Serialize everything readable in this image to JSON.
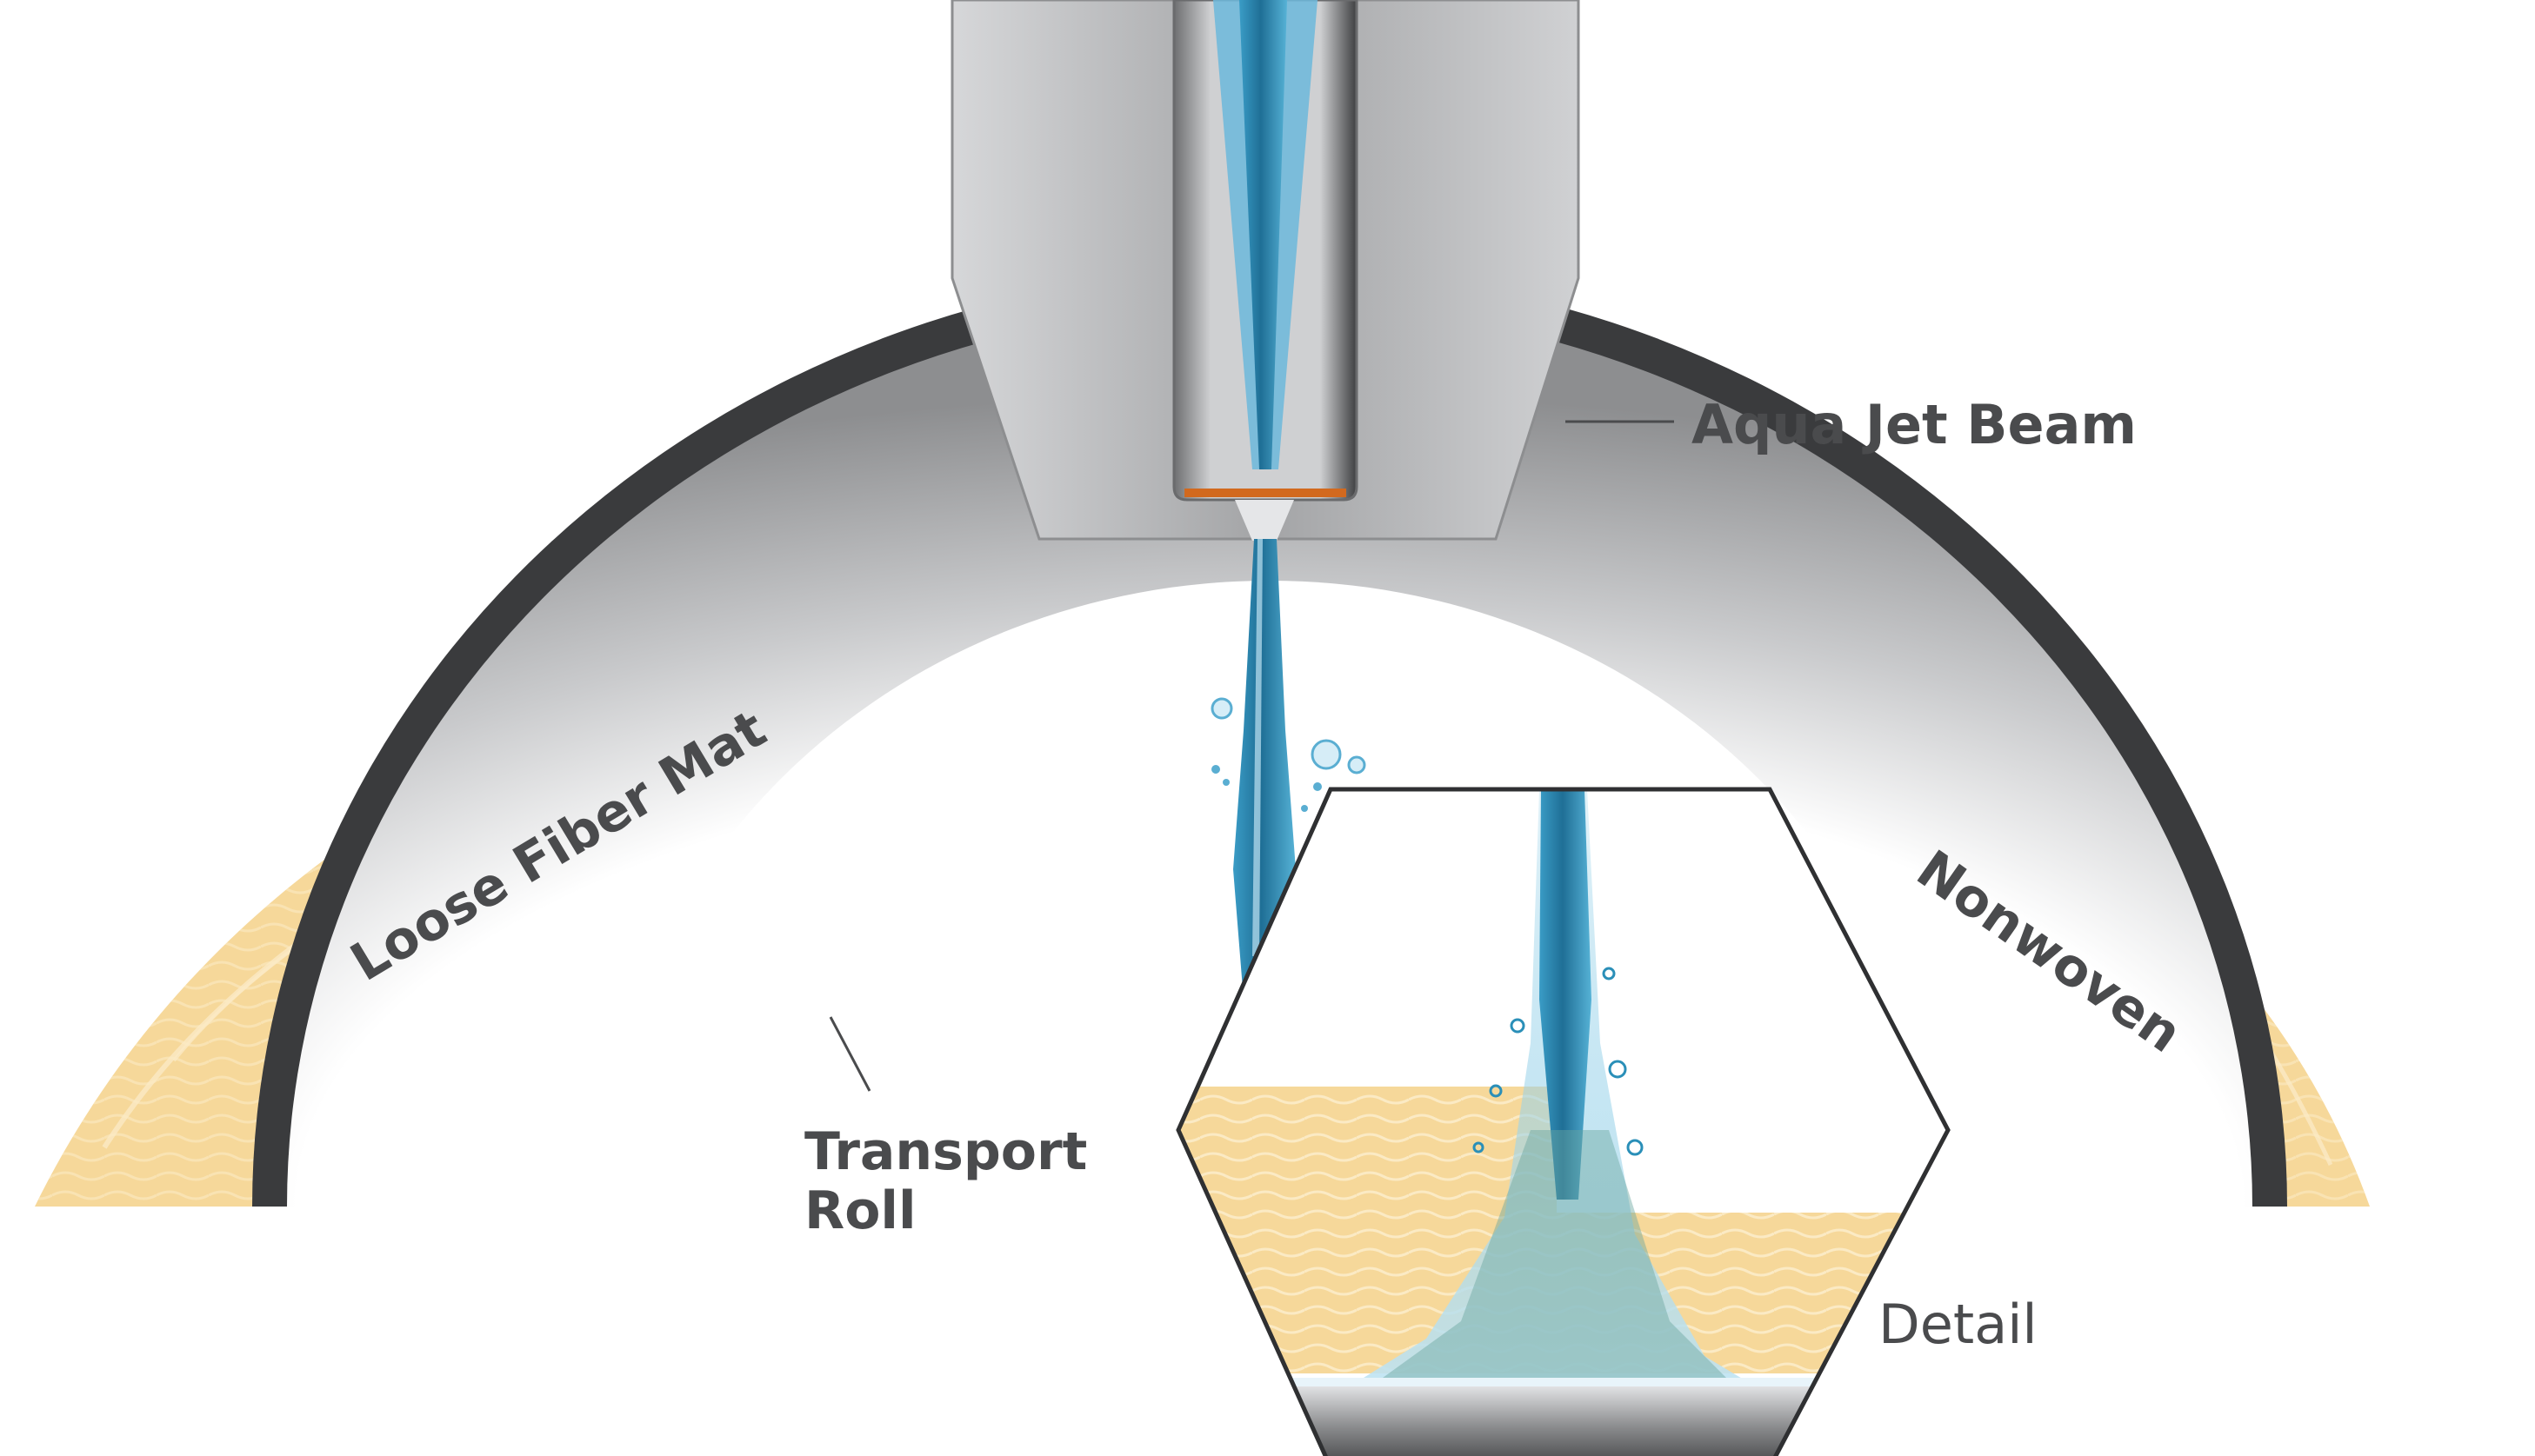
{
  "labels": {
    "aqua_jet_beam": "Aqua Jet Beam",
    "loose_fiber_mat": "Loose Fiber Mat",
    "nonwoven": "Nonwoven",
    "transport_roll_line1": "Transport",
    "transport_roll_line2": "Roll",
    "detail": "Detail"
  },
  "colors": {
    "label_text": "#4a4b4d",
    "fiber": "#f6d89a",
    "fiber_dark": "#e8c37a",
    "roll_dark": "#3a3b3d",
    "roll_grey": "#a9aaac",
    "beam_grey": "#b6b7b9",
    "water": "#2a8fb8",
    "water_light": "#9fd2e8",
    "orifice": "#d2691e"
  }
}
